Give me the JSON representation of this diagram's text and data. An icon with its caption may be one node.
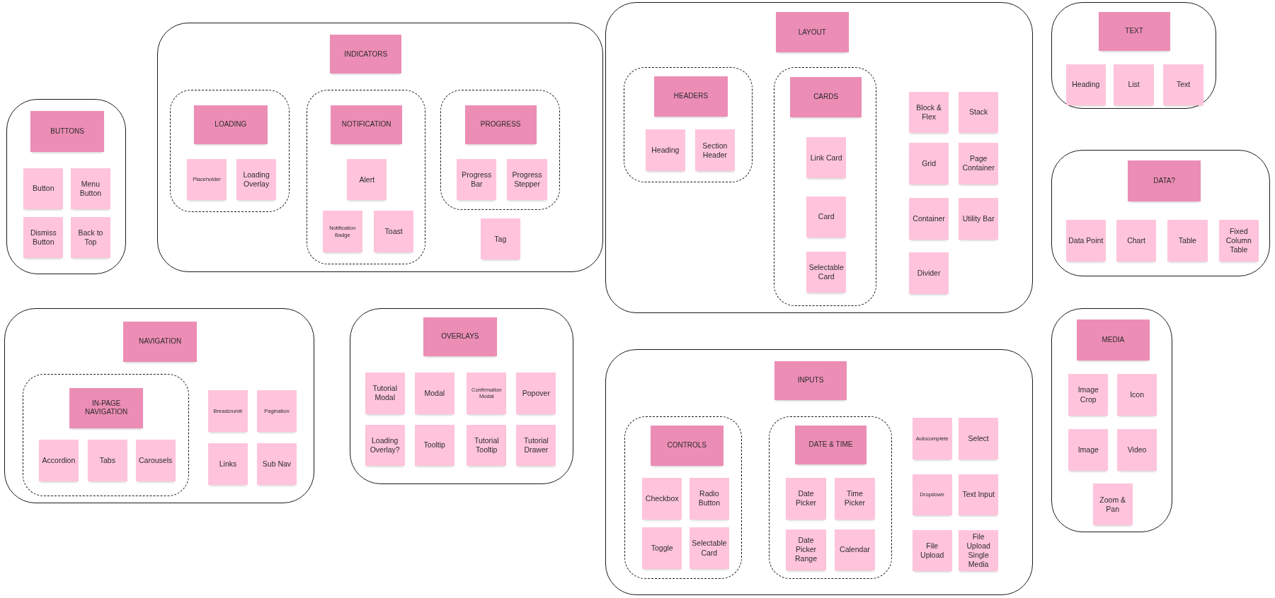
{
  "diagram": {
    "nodes": [
      {
        "text": [],
        "shape": "box"
      },
      {
        "text": [
          "BUTTONS"
        ],
        "in": 0
      },
      {
        "text": [
          "Button"
        ],
        "in": 0
      },
      {
        "text": [
          "Menu Button"
        ],
        "in": 0
      },
      {
        "text": [
          "Dismiss Button"
        ],
        "in": 0
      },
      {
        "text": [
          "Back to Top"
        ],
        "in": 0
      },
      {
        "text": [],
        "shape": "box"
      },
      {
        "text": [
          "INDICATORS"
        ],
        "in": 6
      },
      {
        "text": [],
        "shape": "box",
        "in": 6
      },
      {
        "text": [
          "LOADING"
        ],
        "in": 8
      },
      {
        "text": [
          "Placeholder"
        ],
        "in": 8
      },
      {
        "text": [
          "Loading Overlay"
        ],
        "in": 8
      },
      {
        "text": [],
        "shape": "box",
        "in": 6
      },
      {
        "text": [
          "NOTIFICATION"
        ],
        "in": 12
      },
      {
        "text": [
          "Alert"
        ],
        "in": 12
      },
      {
        "text": [
          "Notification Badge"
        ],
        "in": 12
      },
      {
        "text": [
          "Toast"
        ],
        "in": 12
      },
      {
        "text": [],
        "shape": "box",
        "in": 6
      },
      {
        "text": [
          "PROGRESS"
        ],
        "in": 17
      },
      {
        "text": [
          "Progress Bar"
        ],
        "in": 17
      },
      {
        "text": [
          "Progress Stepper"
        ],
        "in": 17
      },
      {
        "text": [
          "Tag"
        ],
        "in": 6
      },
      {
        "text": [],
        "shape": "box"
      },
      {
        "text": [
          "LAYOUT"
        ],
        "in": 22
      },
      {
        "text": [],
        "shape": "box",
        "in": 22
      },
      {
        "text": [
          "HEADERS"
        ],
        "in": 24
      },
      {
        "text": [
          "Heading"
        ],
        "in": 24
      },
      {
        "text": [
          "Section Header"
        ],
        "in": 24
      },
      {
        "text": [],
        "shape": "box",
        "in": 22
      },
      {
        "text": [
          "CARDS"
        ],
        "in": 28
      },
      {
        "text": [
          "Link Card"
        ],
        "in": 28
      },
      {
        "text": [
          "Card"
        ],
        "in": 28
      },
      {
        "text": [
          "Selectable Card"
        ],
        "in": 28
      },
      {
        "text": [
          "Block & Flex"
        ],
        "in": 22
      },
      {
        "text": [
          "Stack"
        ],
        "in": 22
      },
      {
        "text": [
          "Grid"
        ],
        "in": 22
      },
      {
        "text": [
          "Page Container"
        ],
        "in": 22
      },
      {
        "text": [
          "Container"
        ],
        "in": 22
      },
      {
        "text": [
          "Utility Bar"
        ],
        "in": 22
      },
      {
        "text": [
          "Divider"
        ],
        "in": 22
      },
      {
        "text": [],
        "shape": "box"
      },
      {
        "text": [
          "TEXT"
        ],
        "in": 40
      },
      {
        "text": [
          "Heading"
        ],
        "in": 40
      },
      {
        "text": [
          "List"
        ],
        "in": 40
      },
      {
        "text": [
          "Text"
        ],
        "in": 40
      },
      {
        "text": [],
        "shape": "box"
      },
      {
        "text": [
          "DATA?"
        ],
        "in": 45
      },
      {
        "text": [
          "Data Point"
        ],
        "in": 45
      },
      {
        "text": [
          "Chart"
        ],
        "in": 45
      },
      {
        "text": [
          "Table"
        ],
        "in": 45
      },
      {
        "text": [
          "Fixed Column Table"
        ],
        "in": 45
      },
      {
        "text": [],
        "shape": "box"
      },
      {
        "text": [
          "NAVIGATION"
        ],
        "in": 51
      },
      {
        "text": [],
        "shape": "box",
        "in": 51
      },
      {
        "text": [
          "IN-PAGE NAVIGATION"
        ],
        "in": 53
      },
      {
        "text": [
          "Accordion"
        ],
        "in": 53
      },
      {
        "text": [
          "Tabs"
        ],
        "in": 53
      },
      {
        "text": [
          "Carousels"
        ],
        "in": 53
      },
      {
        "text": [
          "Breadcrumb"
        ],
        "in": 51
      },
      {
        "text": [
          "Pagination"
        ],
        "in": 51
      },
      {
        "text": [
          "Links"
        ],
        "in": 51
      },
      {
        "text": [
          "Sub Nav"
        ],
        "in": 51
      },
      {
        "text": [],
        "shape": "box"
      },
      {
        "text": [
          "OVERLAYS"
        ],
        "in": 62
      },
      {
        "text": [
          "Tutorial Modal"
        ],
        "in": 62
      },
      {
        "text": [
          "Modal"
        ],
        "in": 62
      },
      {
        "text": [
          "Confirmation Modal"
        ],
        "in": 62
      },
      {
        "text": [
          "Popover"
        ],
        "in": 62
      },
      {
        "text": [
          "Loading Overlay?"
        ],
        "in": 62
      },
      {
        "text": [
          "Tooltip"
        ],
        "in": 62
      },
      {
        "text": [
          "Tutorial Tooltip"
        ],
        "in": 62
      },
      {
        "text": [
          "Tutorial Drawer"
        ],
        "in": 62
      },
      {
        "text": [],
        "shape": "box"
      },
      {
        "text": [
          "INPUTS"
        ],
        "in": 72
      },
      {
        "text": [],
        "shape": "box",
        "in": 72
      },
      {
        "text": [
          "CONTROLS"
        ],
        "in": 74
      },
      {
        "text": [
          "Checkbox"
        ],
        "in": 74
      },
      {
        "text": [
          "Radio Button"
        ],
        "in": 74
      },
      {
        "text": [
          "Toggle"
        ],
        "in": 74
      },
      {
        "text": [
          "Selectable Card"
        ],
        "in": 74
      },
      {
        "text": [],
        "shape": "box",
        "in": 72
      },
      {
        "text": [
          "DATE & TIME"
        ],
        "in": 80
      },
      {
        "text": [
          "Date Picker"
        ],
        "in": 80
      },
      {
        "text": [
          "Time Picker"
        ],
        "in": 80
      },
      {
        "text": [
          "Date Picker Range"
        ],
        "in": 80
      },
      {
        "text": [
          "Calendar"
        ],
        "in": 80
      },
      {
        "text": [
          "Autocomplete"
        ],
        "in": 72
      },
      {
        "text": [
          "Select"
        ],
        "in": 72
      },
      {
        "text": [
          "Dropdown"
        ],
        "in": 72
      },
      {
        "text": [
          "Text Input"
        ],
        "in": 72
      },
      {
        "text": [
          "File Upload"
        ],
        "in": 72
      },
      {
        "text": [
          "File Upload Single Media"
        ],
        "in": 72
      },
      {
        "text": [],
        "shape": "box"
      },
      {
        "text": [
          "MEDIA"
        ],
        "in": 92
      },
      {
        "text": [
          "Image Crop"
        ],
        "in": 92
      },
      {
        "text": [
          "Icon"
        ],
        "in": 92
      },
      {
        "text": [
          "Image"
        ],
        "in": 92
      },
      {
        "text": [
          "Video"
        ],
        "in": 92
      },
      {
        "text": [
          "Zoom & Pan"
        ],
        "in": 92
      }
    ]
  }
}
